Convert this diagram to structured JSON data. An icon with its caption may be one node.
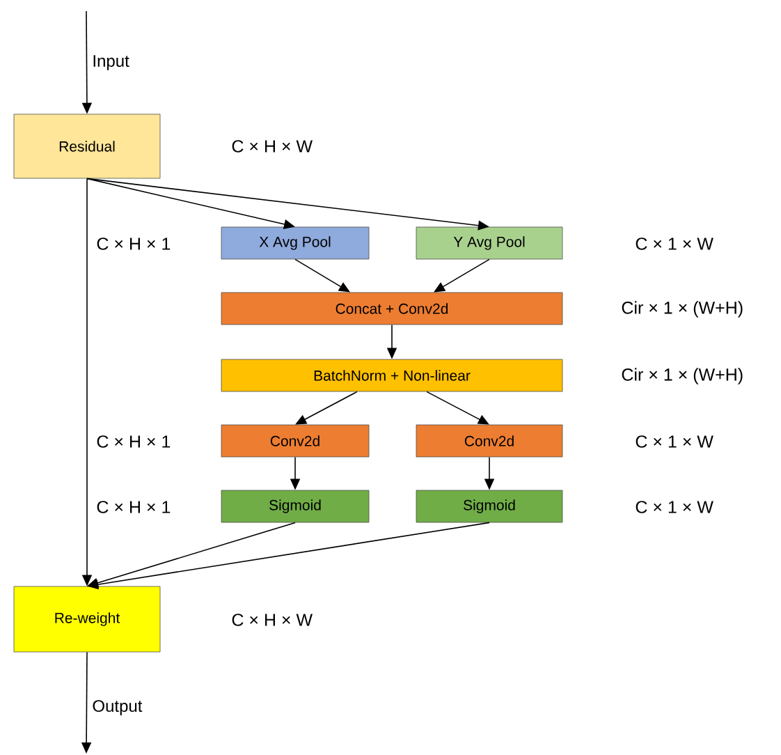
{
  "diagram": {
    "nodes": [
      {
        "text": [
          "Residual"
        ]
      },
      {
        "text": [
          "X Avg Pool"
        ]
      },
      {
        "text": [
          "Y Avg Pool"
        ]
      },
      {
        "text": [
          "Concat + Conv2d"
        ]
      },
      {
        "text": [
          "BatchNorm + Non-linear"
        ]
      },
      {
        "text": [
          "Conv2d"
        ]
      },
      {
        "text": [
          "Conv2d"
        ]
      },
      {
        "text": [
          "Sigmoid"
        ]
      },
      {
        "text": [
          "Sigmoid"
        ]
      },
      {
        "text": [
          "Re-weight"
        ]
      }
    ],
    "edges": [
      {
        "from": null,
        "to": 0,
        "arrow": "to",
        "label": "Input"
      },
      {
        "from": 0,
        "to": 1,
        "arrow": "to"
      },
      {
        "from": 0,
        "to": 2,
        "arrow": "to"
      },
      {
        "from": 1,
        "to": 3,
        "arrow": "to"
      },
      {
        "from": 2,
        "to": 3,
        "arrow": "to"
      },
      {
        "from": 3,
        "to": 4,
        "arrow": "to"
      },
      {
        "from": 4,
        "to": 5,
        "arrow": "to"
      },
      {
        "from": 4,
        "to": 6,
        "arrow": "to"
      },
      {
        "from": 5,
        "to": 7,
        "arrow": "to"
      },
      {
        "from": 6,
        "to": 8,
        "arrow": "to"
      },
      {
        "from": 0,
        "to": 9,
        "arrow": "to"
      },
      {
        "from": 7,
        "to": 9,
        "arrow": "to"
      },
      {
        "from": 8,
        "to": 9,
        "arrow": "to"
      },
      {
        "from": 9,
        "to": null,
        "arrow": "to",
        "label": "Output"
      }
    ],
    "labels": [
      "C × H × W",
      "C × H × 1",
      "C × 1 × W",
      "Cir × 1 × (W+H)",
      "Cir × 1 × (W+H)",
      "C × H × 1",
      "C × 1 × W",
      "C × H × 1",
      "C × 1 × W",
      "C × H × W"
    ]
  }
}
